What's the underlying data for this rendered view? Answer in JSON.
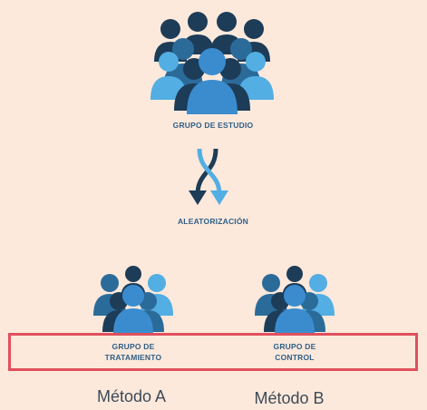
{
  "diagram": {
    "study_group_label": "GRUPO DE ESTUDIO",
    "randomization_label": "ALEATORIZACIÓN",
    "treatment_group_label_line1": "GRUPO DE",
    "treatment_group_label_line2": "TRATAMIENTO",
    "control_group_label_line1": "GRUPO DE",
    "control_group_label_line2": "CONTROL",
    "method_a": "Método A",
    "method_b": "Método B",
    "colors": {
      "background": "#fce9dc",
      "dark_blue": "#1d3c57",
      "mid_blue": "#2b6b9a",
      "light_blue": "#52aee3",
      "highlight_border": "#e0505d"
    }
  }
}
